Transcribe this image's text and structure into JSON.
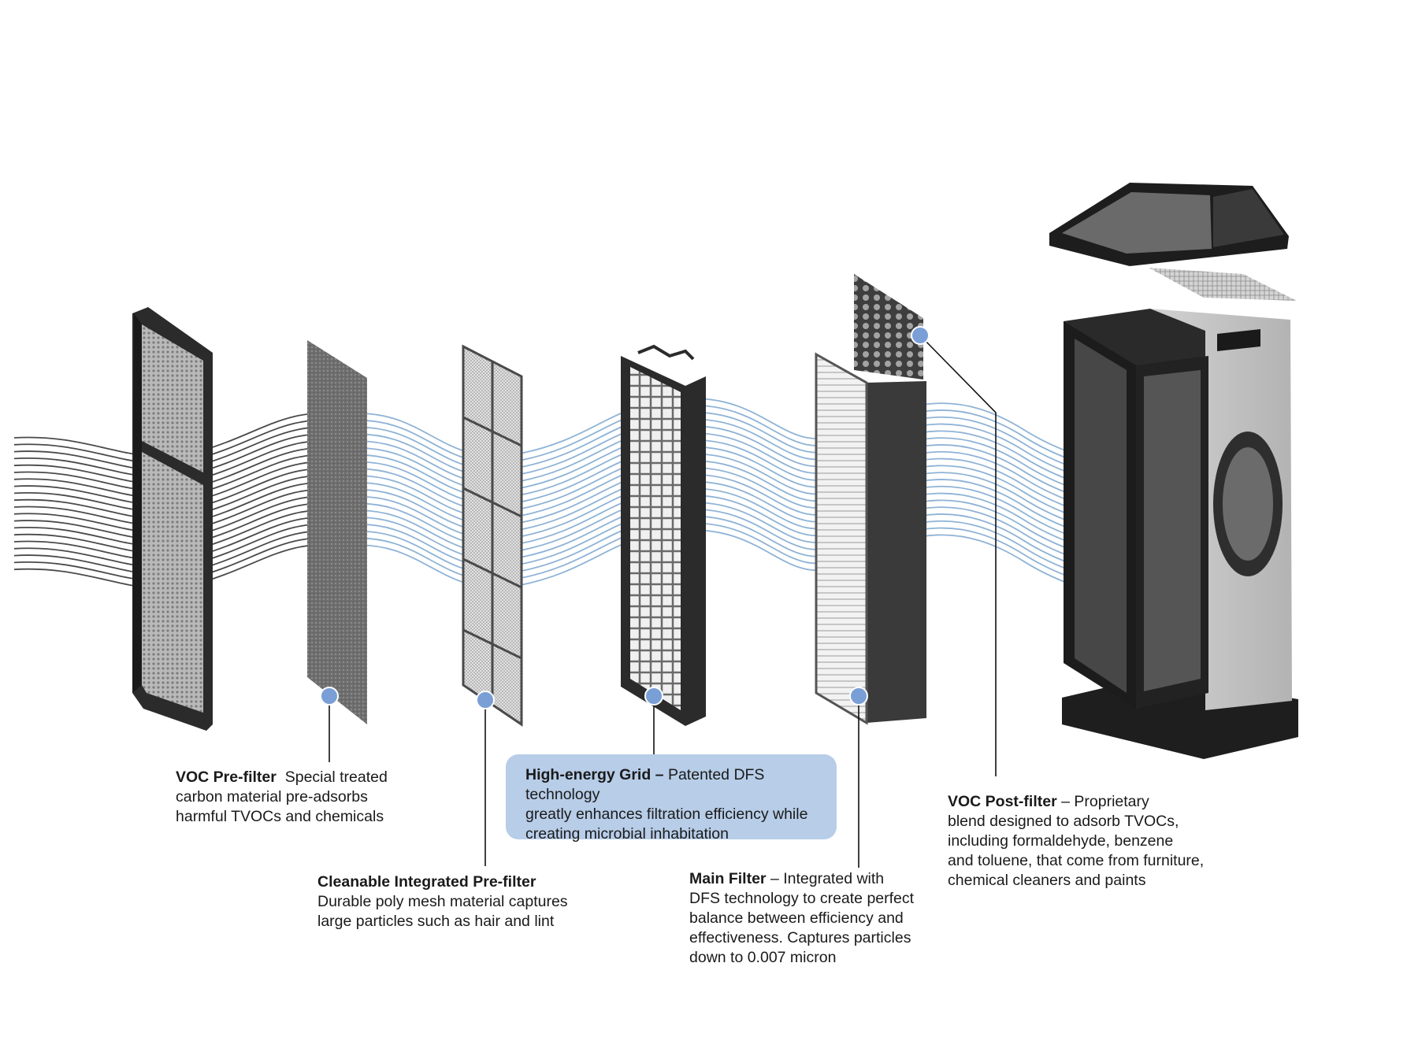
{
  "callouts": {
    "voc_pre_filter": {
      "title": "VOC Pre-filter",
      "sep": "",
      "lines": [
        "Special treated",
        "carbon material pre-adsorbs",
        "harmful TVOCs and chemicals"
      ]
    },
    "cleanable_pre_filter": {
      "title": "Cleanable Integrated Pre-filter",
      "sep": "",
      "lines": [
        "Durable poly mesh material captures",
        "large particles such as hair and lint"
      ]
    },
    "high_energy_grid": {
      "title": "High-energy Grid –",
      "sep": "",
      "lines": [
        "Patented DFS technology",
        "greatly enhances filtration efficiency while",
        "creating microbial inhabitation"
      ]
    },
    "main_filter": {
      "title": "Main Filter",
      "sep": "–",
      "lines": [
        "Integrated with",
        "DFS technology to create perfect",
        "balance between efficiency and",
        "effectiveness. Captures particles",
        "down to 0.007 micron"
      ]
    },
    "voc_post_filter": {
      "title": "VOC Post-filter",
      "sep": "–",
      "lines": [
        "Proprietary",
        "blend designed to adsorb TVOCs,",
        "including formaldehyde, benzene",
        "and toluene, that come from furniture,",
        "chemical cleaners and paints"
      ]
    }
  },
  "colors": {
    "marker": "#7a9fd6",
    "marker_stroke": "#ffffff",
    "highlight": "#b7cde8",
    "airflow_dark": "#4a4a4a",
    "airflow_blue": "#8fb3d6",
    "frame": "#2b2b2b"
  },
  "components": [
    "front-grille",
    "voc-pre-filter",
    "cleanable-pre-filter",
    "high-energy-grid",
    "main-filter",
    "voc-post-filter",
    "purifier-housing",
    "control-panel-lid"
  ],
  "airflow": {
    "line_count": 20
  }
}
